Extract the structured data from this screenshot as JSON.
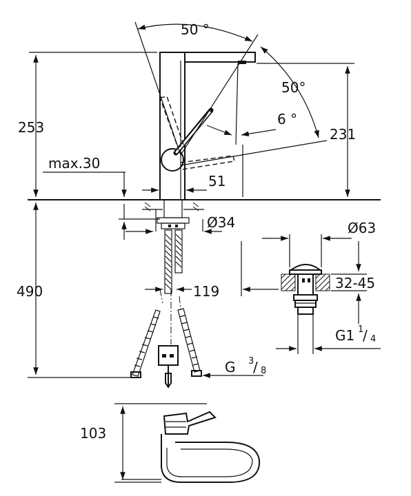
{
  "dimensions": {
    "angle_top": "50 °",
    "angle_right": "50°",
    "angle_small": "6 °",
    "height_total": "253",
    "height_spout": "231",
    "max_thickness": "max.30",
    "spout_reach": "51",
    "base_diameter": "Ø34",
    "hose_length": "490",
    "hose_spacing": "119",
    "waste_diameter": "Ø63",
    "counter_range": "32-45",
    "waste_thread": "G1",
    "waste_thread_num": "1",
    "waste_thread_den": "4",
    "hose_thread": "G",
    "hose_thread_num": "3",
    "hose_thread_den": "8",
    "lever_height": "103"
  },
  "colors": {
    "line": "#111111",
    "background": "#ffffff"
  }
}
